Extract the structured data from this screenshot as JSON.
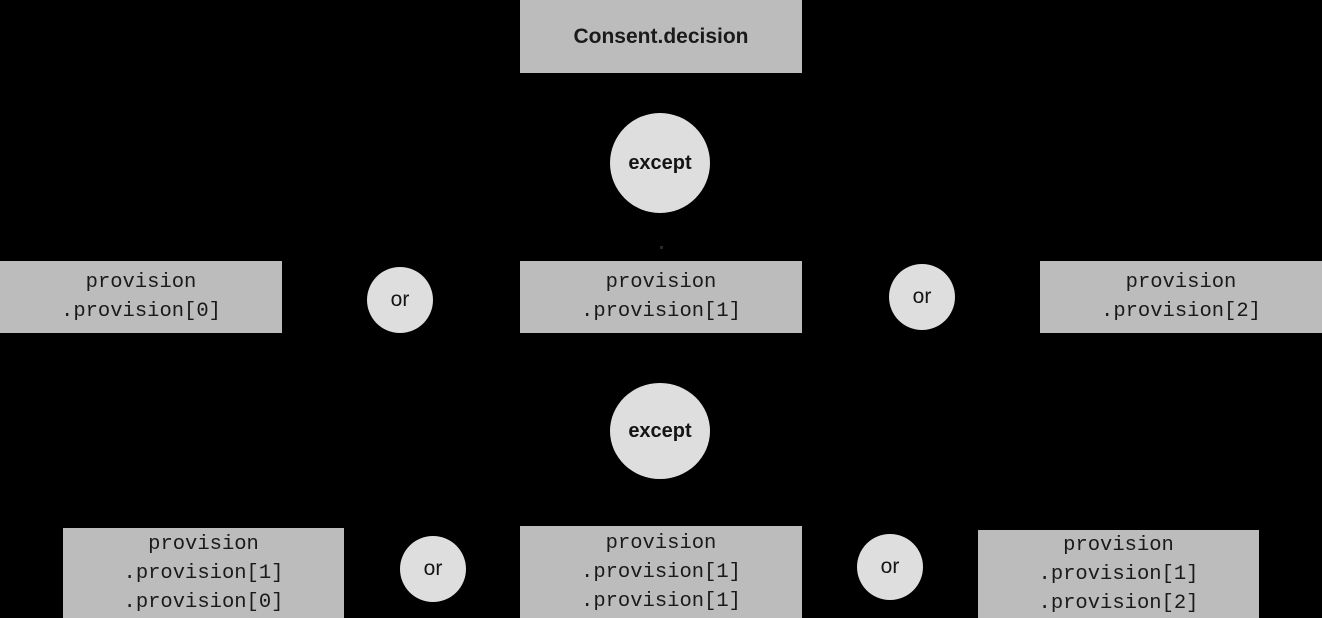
{
  "diagram": {
    "background_color": "#000000",
    "box_color": "#bcbcbc",
    "circle_color": "#dedede",
    "text_color": "#1a1a1a",
    "root": {
      "label": "Consent.decision"
    },
    "operators": {
      "except_upper": "except",
      "except_lower": "except",
      "or_row2_left": "or",
      "or_row2_right": "or",
      "or_row3_left": "or",
      "or_row3_right": "or"
    },
    "row2": [
      {
        "name": "provision-0",
        "line1": "provision",
        "line2": ".provision[0]"
      },
      {
        "name": "provision-1",
        "line1": "provision",
        "line2": ".provision[1]"
      },
      {
        "name": "provision-2",
        "line1": "provision",
        "line2": ".provision[2]"
      }
    ],
    "row3": [
      {
        "name": "provision-1-0",
        "line1": "provision",
        "line2": ".provision[1]",
        "line3": ".provision[0]"
      },
      {
        "name": "provision-1-1",
        "line1": "provision",
        "line2": ".provision[1]",
        "line3": ".provision[1]"
      },
      {
        "name": "provision-1-2",
        "line1": "provision",
        "line2": ".provision[1]",
        "line3": ".provision[2]"
      }
    ]
  }
}
